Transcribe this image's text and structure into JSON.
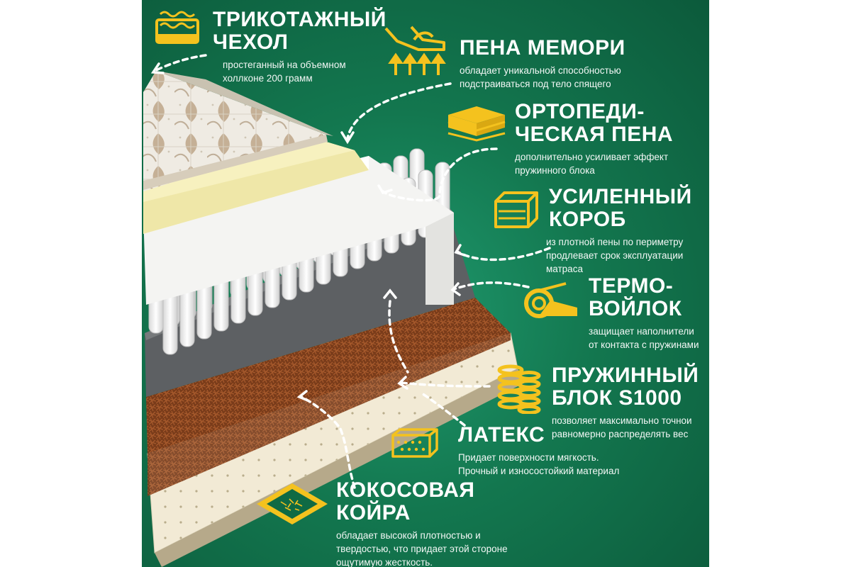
{
  "colors": {
    "background": "#13774f",
    "accent": "#f4c21e",
    "text": "#ffffff"
  },
  "features": [
    {
      "id": "cover",
      "icon": "quilted-pad-icon",
      "title1": "ТРИКОТАЖНЫЙ",
      "title2": "ЧЕХОЛ",
      "desc1": "простеганный на объемном",
      "desc2": "холлконе 200 грамм"
    },
    {
      "id": "memory",
      "icon": "hand-press-icon",
      "title1": "ПЕНА МЕМОРИ",
      "desc1": "обладает уникальной способностью",
      "desc2": "подстраиваться под тело спящего"
    },
    {
      "id": "ortho",
      "icon": "foam-layers-icon",
      "title1": "ОРТОПЕДИ-",
      "title2": "ЧЕСКАЯ ПЕНА",
      "desc1": "дополнительно усиливает эффект",
      "desc2": "пружинного блока"
    },
    {
      "id": "box",
      "icon": "mattress-box-icon",
      "title1": "УСИЛЕННЫЙ",
      "title2": "КОРОБ",
      "desc1": "из плотной пены по периметру",
      "desc2": "продлевает срок эксплуатации",
      "desc3": "матраса"
    },
    {
      "id": "felt",
      "icon": "felt-roll-icon",
      "title1": "ТЕРМО-",
      "title2": "ВОЙЛОК",
      "desc1": "защищает наполнители",
      "desc2": "от контакта с пружинами"
    },
    {
      "id": "springs",
      "icon": "spring-icon",
      "title1": "ПРУЖИННЫЙ",
      "title2": "БЛОК S1000",
      "desc1": "позволяет максимально точнои",
      "desc2": "равномерно распределять вес"
    },
    {
      "id": "latex",
      "icon": "latex-pad-icon",
      "title1": "ЛАТЕКС",
      "desc1": "Придает поверхности мягкость.",
      "desc2": "Прочный и износостойкий материал"
    },
    {
      "id": "coir",
      "icon": "coir-mat-icon",
      "title1": "КОКОСОВАЯ",
      "title2": "КОЙРА",
      "desc1": "обладает высокой плотностью и",
      "desc2": "твердостью, что придает этой стороне",
      "desc3": "ощутимую жесткость."
    }
  ]
}
